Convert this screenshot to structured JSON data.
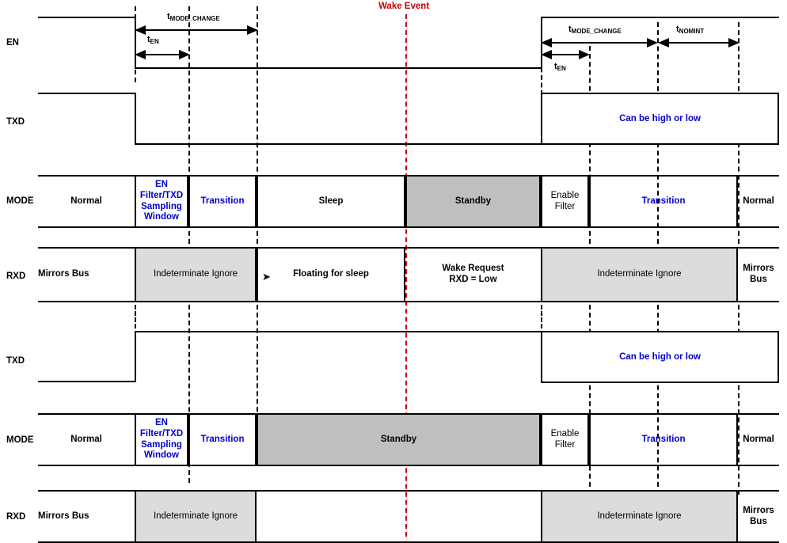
{
  "diagram": {
    "title": "EN / TXD / MODE / RXD transceiver mode timing diagram",
    "colors": {
      "wake_event": "#cc0000",
      "blue_text": "#0000cc",
      "standby_fill": "#bfbfbf",
      "indeterminate_fill": "#dcdcdc",
      "line": "#000000"
    }
  },
  "annotations": {
    "wake_event": "Wake Event",
    "t_mode_change_base": "t",
    "t_mode_change_sub": "MODE_CHANGE",
    "t_en_base": "t",
    "t_en_sub": "EN",
    "t_nomint_base": "t",
    "t_nomint_sub": "NOMINT",
    "floating_bullet": "➤"
  },
  "row_labels": {
    "en": "EN",
    "txd_top": "TXD",
    "mode_top": "MODE",
    "rxd_top": "RXD",
    "txd_bottom": "TXD",
    "mode_bottom": "MODE",
    "rxd_bottom": "RXD"
  },
  "signals": {
    "txd_top_box_label": "Can be high or low",
    "txd_bottom_box_label": "Can be high or low"
  },
  "mode_top_cells": [
    {
      "label": "Normal",
      "style": "plain"
    },
    {
      "label": "EN Filter/TXD Sampling Window",
      "style": "blue"
    },
    {
      "label": "Transition",
      "style": "blue"
    },
    {
      "label": "Sleep",
      "style": "plain"
    },
    {
      "label": "Standby",
      "style": "gray-dark"
    },
    {
      "label": "Enable Filter",
      "style": "thin"
    },
    {
      "label": "Transition",
      "style": "blue"
    },
    {
      "label": "Normal",
      "style": "plain"
    }
  ],
  "rxd_top_cells": [
    {
      "label": "Mirrors Bus",
      "style": "plain"
    },
    {
      "label": "Indeterminate Ignore",
      "style": "gray-light"
    },
    {
      "label": "Floating for sleep",
      "style": "plain"
    },
    {
      "label": "Wake Request RXD = Low",
      "style": "plain"
    },
    {
      "label": "Indeterminate Ignore",
      "style": "gray-light"
    },
    {
      "label": "Mirrors Bus",
      "style": "plain"
    }
  ],
  "mode_bottom_cells": [
    {
      "label": "Normal",
      "style": "plain"
    },
    {
      "label": "EN Filter/TXD Sampling Window",
      "style": "blue"
    },
    {
      "label": "Transition",
      "style": "blue"
    },
    {
      "label": "Standby",
      "style": "gray-dark"
    },
    {
      "label": "Enable Filter",
      "style": "thin"
    },
    {
      "label": "Transition",
      "style": "blue"
    },
    {
      "label": "Normal",
      "style": "plain"
    }
  ],
  "rxd_bottom_cells": [
    {
      "label": "Mirrors Bus",
      "style": "plain"
    },
    {
      "label": "Indeterminate Ignore",
      "style": "gray-light"
    },
    {
      "label": "Indeterminate Ignore",
      "style": "gray-light"
    },
    {
      "label": "Mirrors Bus",
      "style": "plain"
    }
  ]
}
